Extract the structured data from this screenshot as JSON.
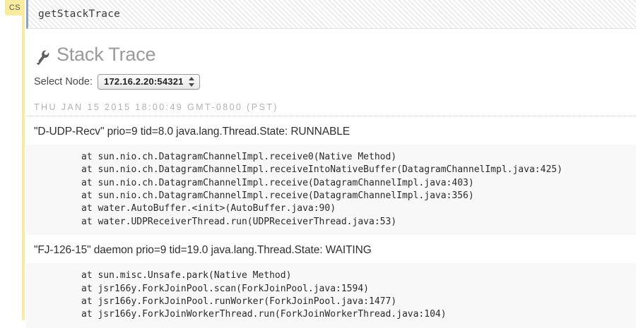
{
  "badge": {
    "label": "CS"
  },
  "command_bar": {
    "command": "getStackTrace"
  },
  "page": {
    "title": "Stack Trace",
    "wrench_icon": "wrench-icon"
  },
  "node_selector": {
    "label": "Select Node:",
    "selected": "172.16.2.20:54321",
    "options": [
      "172.16.2.20:54321"
    ]
  },
  "timestamp": "THU JAN 15 2015 18:00:49 GMT-0800 (PST)",
  "threads": [
    {
      "header": "\"D-UDP-Recv\" prio=9 tid=8.0 java.lang.Thread.State: RUNNABLE",
      "frames": [
        "at sun.nio.ch.DatagramChannelImpl.receive0(Native Method)",
        "at sun.nio.ch.DatagramChannelImpl.receiveIntoNativeBuffer(DatagramChannelImpl.java:425)",
        "at sun.nio.ch.DatagramChannelImpl.receive(DatagramChannelImpl.java:403)",
        "at sun.nio.ch.DatagramChannelImpl.receive(DatagramChannelImpl.java:356)",
        "at water.AutoBuffer.<init>(AutoBuffer.java:90)",
        "at water.UDPReceiverThread.run(UDPReceiverThread.java:53)"
      ]
    },
    {
      "header": "\"FJ-126-15\" daemon prio=9 tid=19.0 java.lang.Thread.State: WAITING",
      "frames": [
        "at sun.misc.Unsafe.park(Native Method)",
        "at jsr166y.ForkJoinPool.scan(ForkJoinPool.java:1594)",
        "at jsr166y.ForkJoinPool.runWorker(ForkJoinPool.java:1477)",
        "at jsr166y.ForkJoinWorkerThread.run(ForkJoinWorkerThread.java:104)"
      ]
    }
  ],
  "colors": {
    "badge_yellow": "#f7eb9e",
    "accent_blue": "#8ea2c6",
    "title_gray": "#9a9a9a",
    "code_bg": "#f8f8f8"
  }
}
